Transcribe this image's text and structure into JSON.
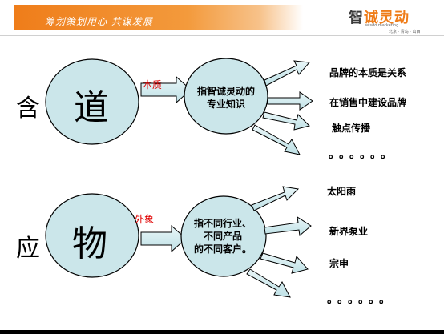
{
  "header": {
    "slogan": "筹划策划用心 共谋发展",
    "logo_main_a": "智",
    "logo_main_b": "诚灵动",
    "logo_sub": "wisdo marketing",
    "logo_cities": "北京 · 青岛 · 山西"
  },
  "top": {
    "side_char": "含",
    "circle_char": "道",
    "link_label": "本质",
    "center_text": [
      "指智诚灵动的",
      "专业知识"
    ],
    "items": [
      "品牌的本质是关系",
      "在销售中建设品牌",
      "触点传播",
      "。。。。。。"
    ]
  },
  "bottom": {
    "side_char": "应",
    "circle_char": "物",
    "link_label": "外象",
    "center_text": [
      "指不同行业、",
      "不同产品",
      "的不同客户。"
    ],
    "items": [
      "太阳雨",
      "新界泵业",
      "宗申",
      "。。。。。。"
    ]
  },
  "colors": {
    "circle_fill": "#cbe6ea",
    "circle_stroke": "#000000",
    "arrow_fill": "#d4ecef",
    "brand_orange": "#ef7d1a",
    "label_red": "#e00000"
  }
}
